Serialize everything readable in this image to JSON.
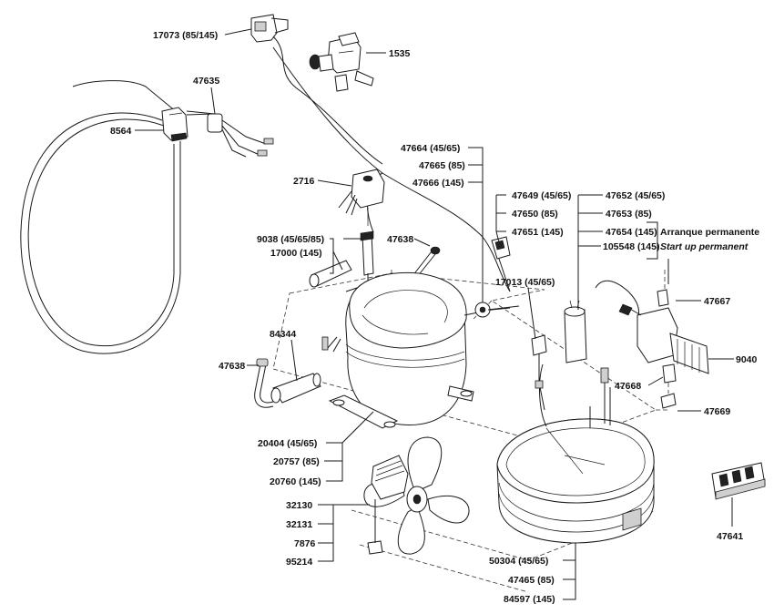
{
  "labels": {
    "p17073": "17073 (85/145)",
    "p1535": "1535",
    "p47635": "47635",
    "p8564": "8564",
    "p2716": "2716",
    "p9038": "9038 (45/65/85)",
    "p17000": "17000 (145)",
    "p47638_top": "47638",
    "p84344": "84344",
    "p47638_left": "47638",
    "p20404": "20404 (45/65)",
    "p20757": "20757 (85)",
    "p20760": "20760 (145)",
    "p32130": "32130",
    "p32131": "32131",
    "p7876": "7876",
    "p95214": "95214",
    "p47664": "47664 (45/65)",
    "p47665": "47665 (85)",
    "p47666": "47666 (145)",
    "p47649": "47649 (45/65)",
    "p47650": "47650 (85)",
    "p47651": "47651 (145)",
    "p17013": "17013 (45/65)",
    "p47652": "47652 (45/65)",
    "p47653": "47653 (85)",
    "p47654": "47654 (145)",
    "p105548": "105548 (145)",
    "arranque": "Arranque permanente",
    "startup": "Start up permanent",
    "p47667": "47667",
    "p9040": "9040",
    "p47668": "47668",
    "p47669": "47669",
    "p50304": "50304 (45/65)",
    "p47465": "47465 (85)",
    "p84597": "84597 (145)",
    "p47641": "47641"
  }
}
